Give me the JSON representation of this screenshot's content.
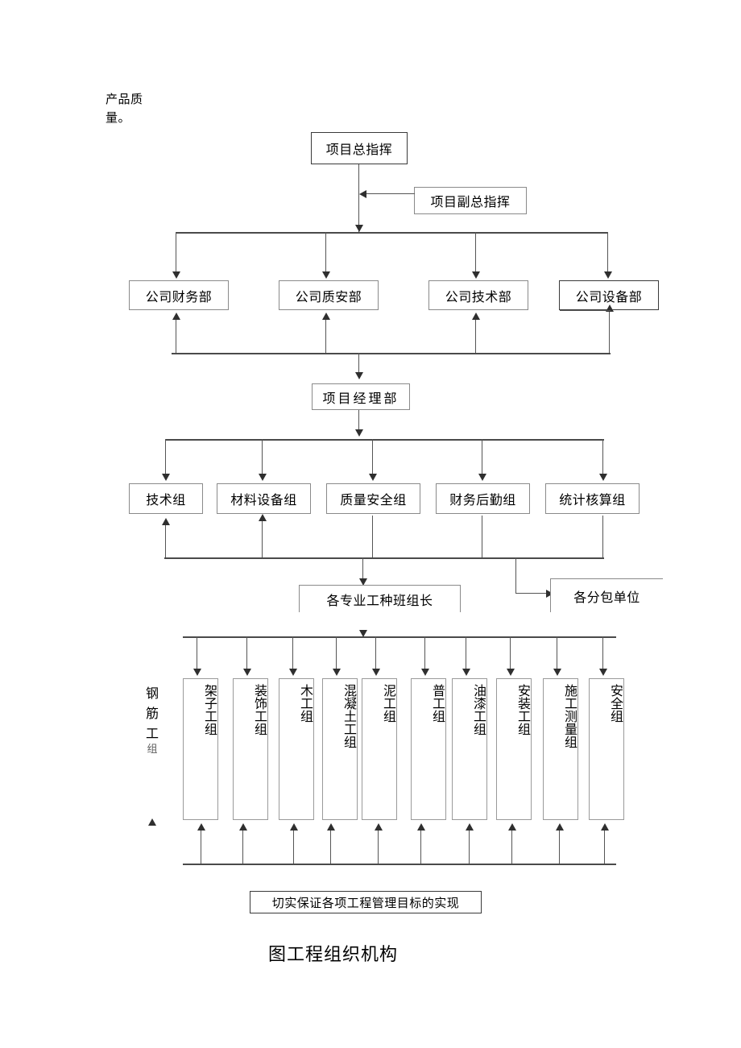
{
  "document": {
    "note": "产品质\n量。",
    "caption": "图工程组织机构"
  },
  "chart_data": {
    "type": "diagram",
    "title": "图工程组织机构",
    "subtype": "organizational-hierarchy-flowchart",
    "levels": [
      {
        "name": "commander",
        "nodes": [
          {
            "label": "项目总指挥"
          },
          {
            "label": "项目副总指挥"
          }
        ]
      },
      {
        "name": "company-departments",
        "nodes": [
          {
            "label": "公司财务部"
          },
          {
            "label": "公司质安部"
          },
          {
            "label": "公司技术部"
          },
          {
            "label": "公司设备部"
          }
        ]
      },
      {
        "name": "project-management",
        "nodes": [
          {
            "label": "项目经理部"
          }
        ]
      },
      {
        "name": "functional-groups",
        "nodes": [
          {
            "label": "技术组"
          },
          {
            "label": "材料设备组"
          },
          {
            "label": "质量安全组"
          },
          {
            "label": "财务后勤组"
          },
          {
            "label": "统计核算组"
          }
        ]
      },
      {
        "name": "foremen-and-subcontractors",
        "nodes": [
          {
            "label": "各专业工种班组长"
          },
          {
            "label": "各分包单位"
          }
        ]
      },
      {
        "name": "trade-teams",
        "nodes": [
          {
            "label": "钢筋工组",
            "outside_box": true
          },
          {
            "label": "架子工组"
          },
          {
            "label": "装饰工组"
          },
          {
            "label": "木工组"
          },
          {
            "label": "混凝土工组"
          },
          {
            "label": "泥工组"
          },
          {
            "label": "普工组"
          },
          {
            "label": "油漆工组"
          },
          {
            "label": "安装工组"
          },
          {
            "label": "施工测量组"
          },
          {
            "label": "安全组"
          }
        ]
      },
      {
        "name": "goal",
        "nodes": [
          {
            "label": "切实保证各项工程管理目标的实现"
          }
        ]
      }
    ]
  }
}
